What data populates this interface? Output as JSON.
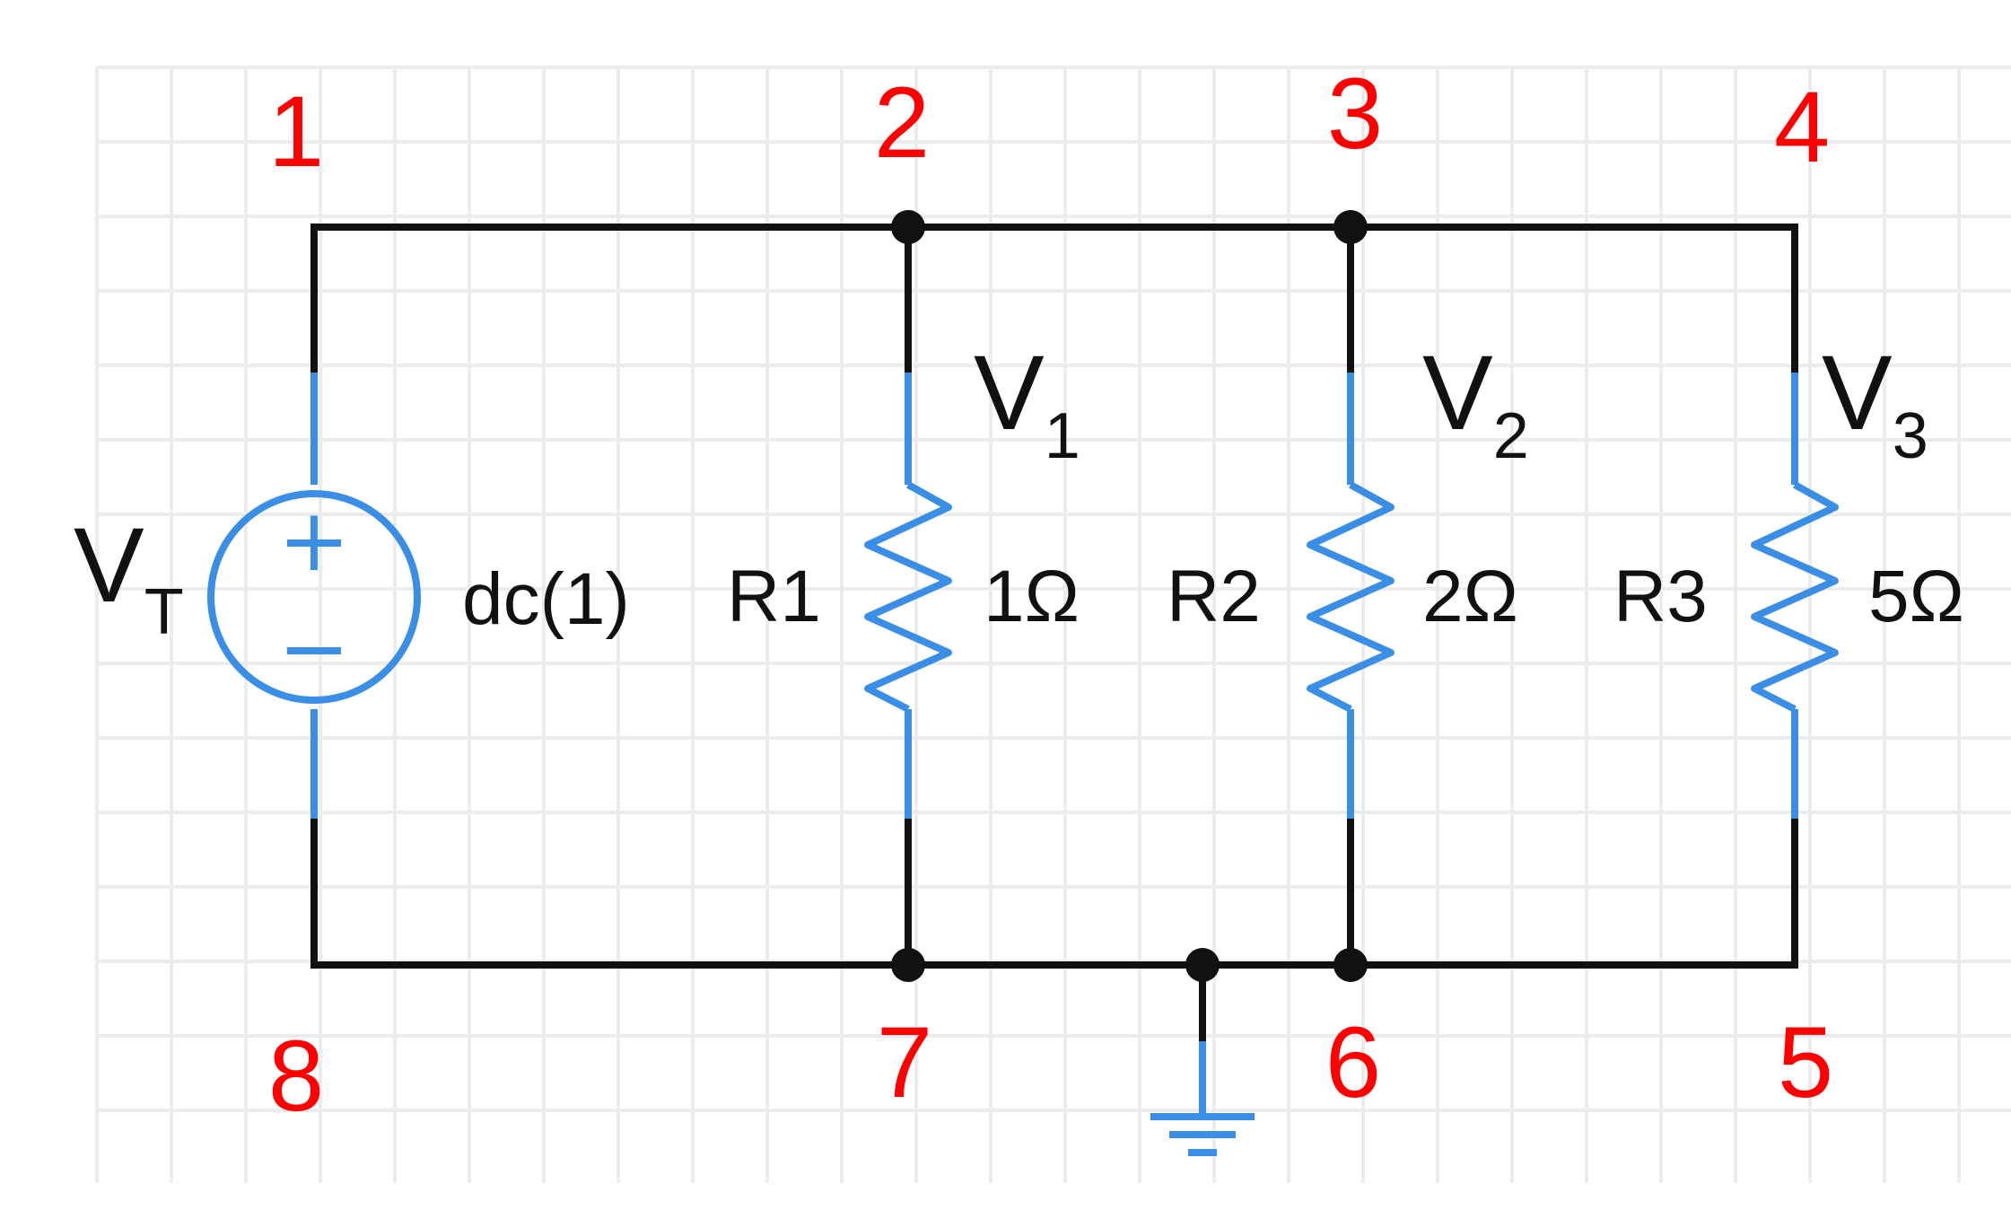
{
  "nodes": [
    "1",
    "2",
    "3",
    "4",
    "5",
    "6",
    "7",
    "8"
  ],
  "source": {
    "name": "V",
    "subscript": "T",
    "value": "dc(1)",
    "plus": "+",
    "minus": "−"
  },
  "resistors": [
    {
      "name": "R1",
      "value": "1Ω",
      "voltage": "V",
      "voltage_sub": "1"
    },
    {
      "name": "R2",
      "value": "2Ω",
      "voltage": "V",
      "voltage_sub": "2"
    },
    {
      "name": "R3",
      "value": "5Ω",
      "voltage": "V",
      "voltage_sub": "3"
    }
  ],
  "colors": {
    "wire": "#111111",
    "component": "#3a8ee6",
    "node_label": "#ff0000",
    "grid": "#ececec"
  },
  "icons": [
    "voltage-source-icon",
    "resistor-icon",
    "ground-icon"
  ]
}
